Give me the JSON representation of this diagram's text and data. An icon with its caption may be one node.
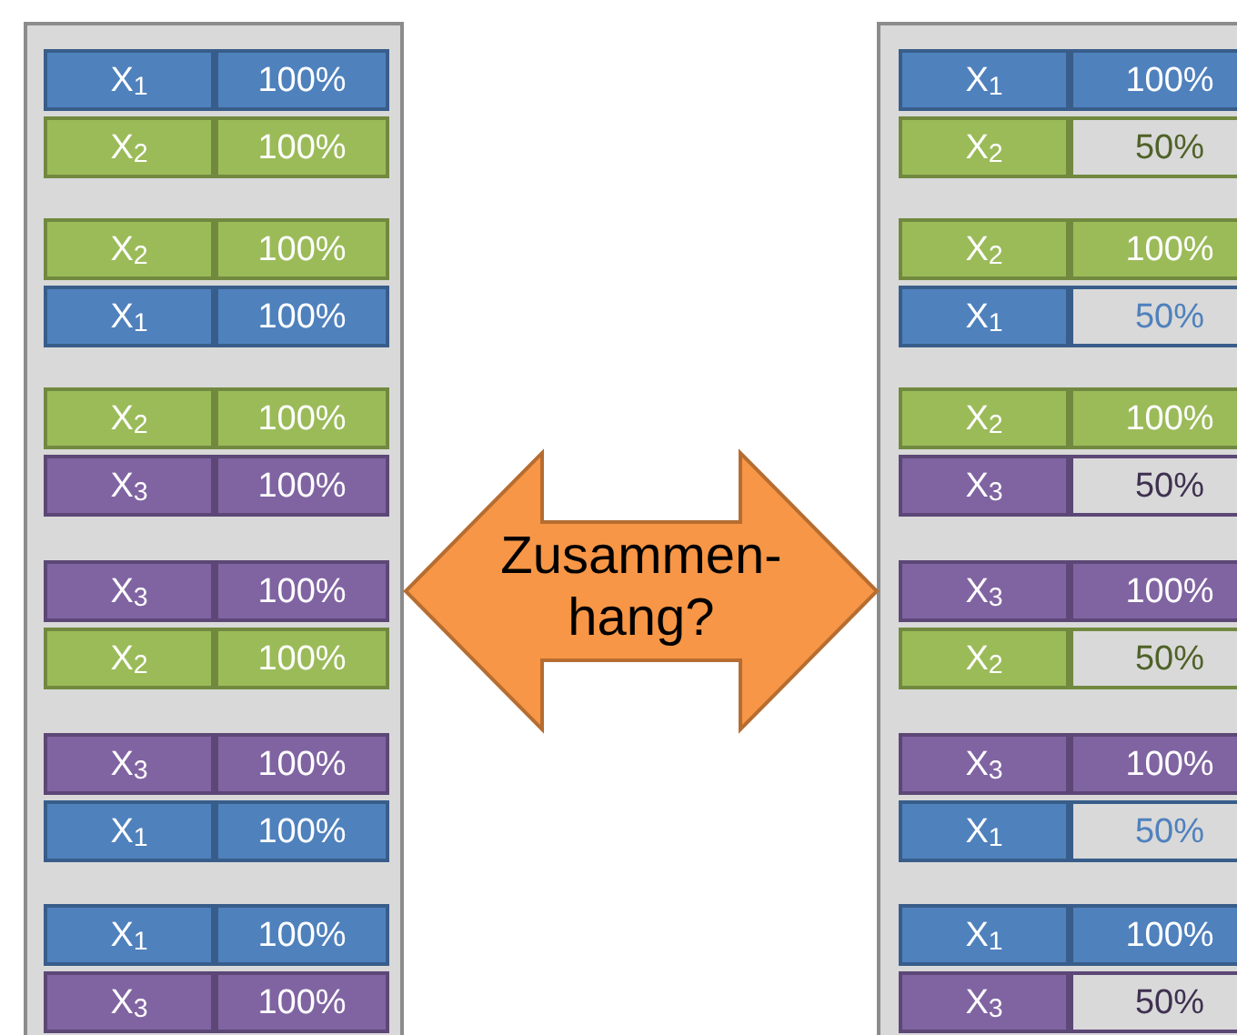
{
  "diagram": {
    "nodes": [
      {
        "text": [],
        "shape": "box"
      },
      {
        "text": [
          "X$_{1}$"
        ],
        "in": 0
      },
      {
        "text": [
          "100%"
        ],
        "in": 0
      },
      {
        "text": [
          "X$_{2}$"
        ],
        "in": 0
      },
      {
        "text": [
          "100%"
        ],
        "in": 0
      },
      {
        "text": [
          "X$_{2}$"
        ],
        "in": 0
      },
      {
        "text": [
          "100%"
        ],
        "in": 0
      },
      {
        "text": [
          "X$_{1}$"
        ],
        "in": 0
      },
      {
        "text": [
          "100%"
        ],
        "in": 0
      },
      {
        "text": [
          "X$_{2}$"
        ],
        "in": 0
      },
      {
        "text": [
          "100%"
        ],
        "in": 0
      },
      {
        "text": [
          "X$_{3}$"
        ],
        "in": 0
      },
      {
        "text": [
          "100%"
        ],
        "in": 0
      },
      {
        "text": [
          "X$_{3}$"
        ],
        "in": 0
      },
      {
        "text": [
          "100%"
        ],
        "in": 0
      },
      {
        "text": [
          "X$_{2}$"
        ],
        "in": 0
      },
      {
        "text": [
          "100%"
        ],
        "in": 0
      },
      {
        "text": [
          "X$_{3}$"
        ],
        "in": 0
      },
      {
        "text": [
          "100%"
        ],
        "in": 0
      },
      {
        "text": [
          "X$_{1}$"
        ],
        "in": 0
      },
      {
        "text": [
          "100%"
        ],
        "in": 0
      },
      {
        "text": [
          "X$_{1}$"
        ],
        "in": 0
      },
      {
        "text": [
          "100%"
        ],
        "in": 0
      },
      {
        "text": [
          "X$_{3}$"
        ],
        "in": 0
      },
      {
        "text": [
          "100%"
        ],
        "in": 0
      },
      {
        "text": [],
        "shape": "box"
      },
      {
        "text": [
          "X$_{1}$"
        ],
        "in": 25
      },
      {
        "text": [
          "100%"
        ],
        "in": 25
      },
      {
        "text": [
          "X$_{2}$"
        ],
        "in": 25
      },
      {
        "text": [
          "50%"
        ],
        "in": 25
      },
      {
        "text": [
          "X$_{2}$"
        ],
        "in": 25
      },
      {
        "text": [
          "100%"
        ],
        "in": 25
      },
      {
        "text": [
          "X$_{1}$"
        ],
        "in": 25
      },
      {
        "text": [
          "50%"
        ],
        "in": 25
      },
      {
        "text": [
          "X$_{2}$"
        ],
        "in": 25
      },
      {
        "text": [
          "100%"
        ],
        "in": 25
      },
      {
        "text": [
          "X$_{3}$"
        ],
        "in": 25
      },
      {
        "text": [
          "50%"
        ],
        "in": 25
      },
      {
        "text": [
          "X$_{3}$"
        ],
        "in": 25
      },
      {
        "text": [
          "100%"
        ],
        "in": 25
      },
      {
        "text": [
          "X$_{2}$"
        ],
        "in": 25
      },
      {
        "text": [
          "50%"
        ],
        "in": 25
      },
      {
        "text": [
          "X$_{3}$"
        ],
        "in": 25
      },
      {
        "text": [
          "100%"
        ],
        "in": 25
      },
      {
        "text": [
          "X$_{1}$"
        ],
        "in": 25
      },
      {
        "text": [
          "50%"
        ],
        "in": 25
      },
      {
        "text": [
          "X$_{1}$"
        ],
        "in": 25
      },
      {
        "text": [
          "100%"
        ],
        "in": 25
      },
      {
        "text": [
          "X$_{3}$"
        ],
        "in": 25
      },
      {
        "text": [
          "50%"
        ],
        "in": 25
      }
    ],
    "edges": [
      {
        "from": 0,
        "to": 25,
        "arrow": "both",
        "label": "Zusammen- hang?",
        "color": "#f79646"
      }
    ]
  }
}
